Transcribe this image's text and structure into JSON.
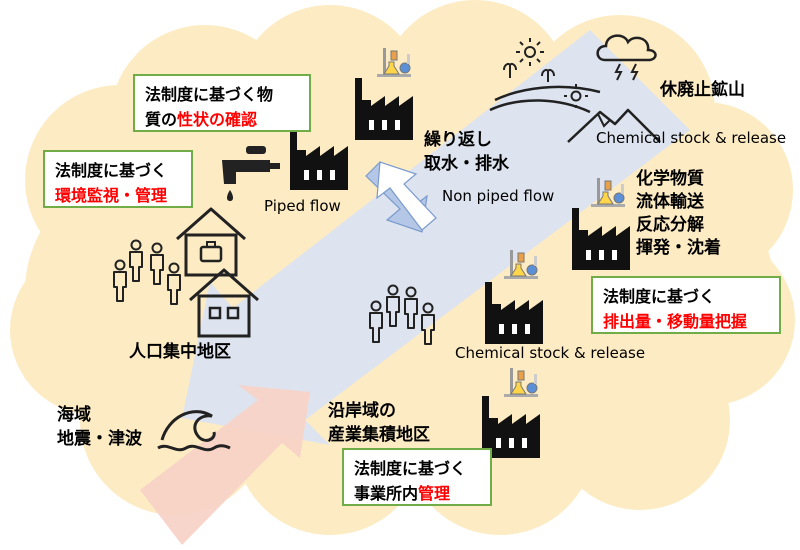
{
  "colors": {
    "cloud": "#fdebc3",
    "flow_arrow": "#dae3f3",
    "small_arrow_stroke": "#7a9acc",
    "pink_arrow": "#f8d3c7",
    "box_border": "#70ad47",
    "red_text": "#ff0000",
    "icon_black": "#111111"
  },
  "boxes": {
    "properties": {
      "line1": "法制度に基づく物",
      "line2_pre": "質の",
      "line2_red": "性状の確認"
    },
    "monitoring": {
      "line1": "法制度に基づく",
      "line2_red": "環境監視・管理"
    },
    "emissions": {
      "line1": "法制度に基づく",
      "line2_red": "排出量・移動量把握"
    },
    "onsite": {
      "line1": "法制度に基づく",
      "line2_pre": "事業所内",
      "line2_red": "管理"
    }
  },
  "labels": {
    "piped_flow": "Piped flow",
    "repeat_intake": "繰り返し\n取水・排水",
    "non_piped_flow": "Non piped flow",
    "closed_mine": "休廃止鉱山",
    "chem_stock_1": "Chemical stock & release",
    "chemicals": "化学物質\n流体輸送\n反応分解\n揮発・沈着",
    "chem_stock_2": "Chemical stock & release",
    "population_area": "人口集中地区",
    "sea_area": "海域\n地震・津波",
    "coastal_industrial": "沿岸域の\n産業集積地区"
  },
  "icons": [
    "factory-icon",
    "faucet-icon",
    "house-icon",
    "family-icon",
    "mountain-icon",
    "sun-icon",
    "cloud-storm-icon",
    "wave-icon",
    "flask-icon"
  ]
}
